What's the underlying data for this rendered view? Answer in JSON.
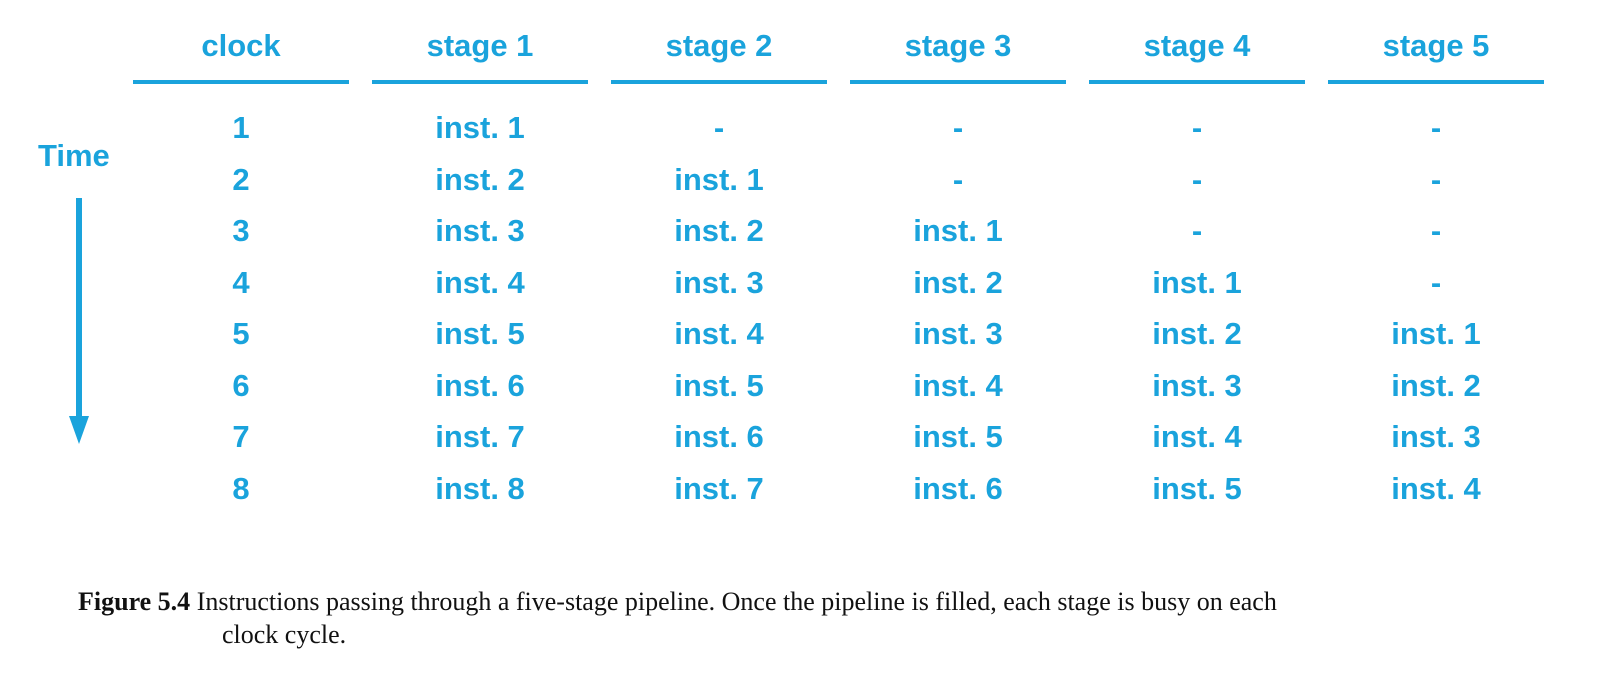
{
  "table": {
    "headers": [
      "clock",
      "stage 1",
      "stage 2",
      "stage 3",
      "stage 4",
      "stage 5"
    ],
    "rows": [
      [
        "1",
        "inst. 1",
        "-",
        "-",
        "-",
        "-"
      ],
      [
        "2",
        "inst. 2",
        "inst. 1",
        "-",
        "-",
        "-"
      ],
      [
        "3",
        "inst. 3",
        "inst. 2",
        "inst. 1",
        "-",
        "-"
      ],
      [
        "4",
        "inst. 4",
        "inst. 3",
        "inst. 2",
        "inst. 1",
        "-"
      ],
      [
        "5",
        "inst. 5",
        "inst. 4",
        "inst. 3",
        "inst. 2",
        "inst. 1"
      ],
      [
        "6",
        "inst. 6",
        "inst. 5",
        "inst. 4",
        "inst. 3",
        "inst. 2"
      ],
      [
        "7",
        "inst. 7",
        "inst. 6",
        "inst. 5",
        "inst. 4",
        "inst. 3"
      ],
      [
        "8",
        "inst. 8",
        "inst. 7",
        "inst. 6",
        "inst. 5",
        "inst. 4"
      ]
    ]
  },
  "time_label": "Time",
  "accent_color": "#1aa3dc",
  "caption": {
    "label": "Figure 5.4",
    "text_line1": " Instructions passing through a five-stage pipeline. Once the pipeline is filled, each stage is busy on each",
    "text_line2": "clock cycle."
  },
  "icons": {
    "time_arrow": "arrow-down-icon"
  }
}
